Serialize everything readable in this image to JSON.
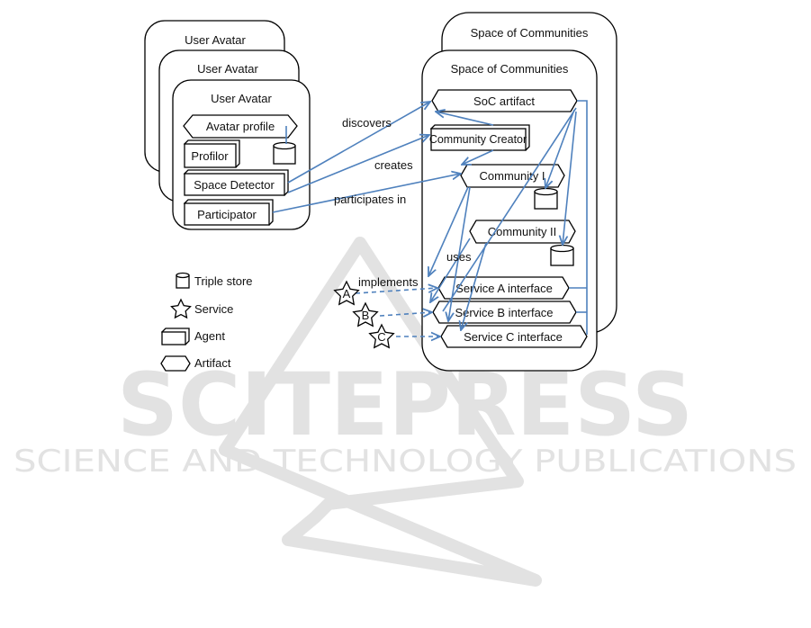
{
  "colors": {
    "connector": "#4f81bd",
    "box_stroke": "#000000",
    "watermark": "#e2e2e2"
  },
  "avatars": {
    "title": "User Avatar",
    "profile": "Avatar profile",
    "profilor": "Profilor",
    "detector": "Space Detector",
    "participator": "Participator"
  },
  "space": {
    "title": "Space of Communities",
    "soc_artifact": "SoC artifact",
    "community_creator": "Community Creator",
    "community_1": "Community I",
    "community_2": "Community II",
    "service_a": "Service A interface",
    "service_b": "Service B interface",
    "service_c": "Service C interface"
  },
  "relations": {
    "discovers": "discovers",
    "creates": "creates",
    "participates": "participates in",
    "uses": "uses",
    "implements": "implements"
  },
  "services": [
    "A",
    "B",
    "C"
  ],
  "legend": [
    {
      "icon": "triple-store-icon",
      "label": "Triple store"
    },
    {
      "icon": "service-star-icon",
      "label": "Service"
    },
    {
      "icon": "agent-box-icon",
      "label": "Agent"
    },
    {
      "icon": "artifact-hexagon-icon",
      "label": "Artifact"
    }
  ],
  "watermark": {
    "main": "SCITEPRESS",
    "sub": "SCIENCE AND TECHNOLOGY PUBLICATIONS"
  }
}
